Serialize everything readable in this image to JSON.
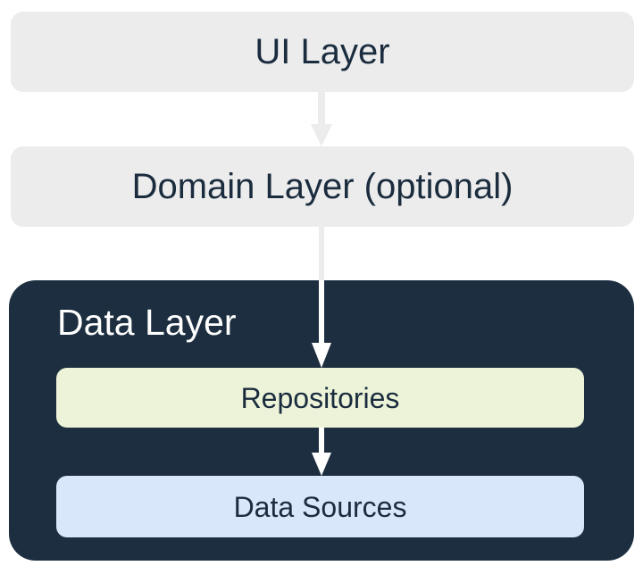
{
  "diagram": {
    "nodes": {
      "ui_layer": {
        "label": "UI Layer"
      },
      "domain_layer": {
        "label": "Domain Layer (optional)"
      },
      "data_layer": {
        "label": "Data Layer"
      },
      "repositories": {
        "label": "Repositories"
      },
      "data_sources": {
        "label": "Data Sources"
      }
    },
    "edges": [
      {
        "from": "UI Layer",
        "to": "Domain Layer (optional)",
        "arrow": "gray-filled-down-arrow"
      },
      {
        "from": "Domain Layer (optional)",
        "to": "Repositories",
        "arrow": "gray-then-white-down-arrow"
      },
      {
        "from": "Repositories",
        "to": "Data Sources",
        "arrow": "white-down-arrow"
      }
    ]
  },
  "colors": {
    "background": "#ffffff",
    "layer_box_bg": "#ececec",
    "dark_box_bg": "#1c2e40",
    "repositories_bg": "#edf3d8",
    "data_sources_bg": "#d8e8fa",
    "text_dark": "#1a2c3e",
    "text_light": "#ffffff",
    "arrow_gray": "#ececec",
    "arrow_white": "#ffffff"
  }
}
